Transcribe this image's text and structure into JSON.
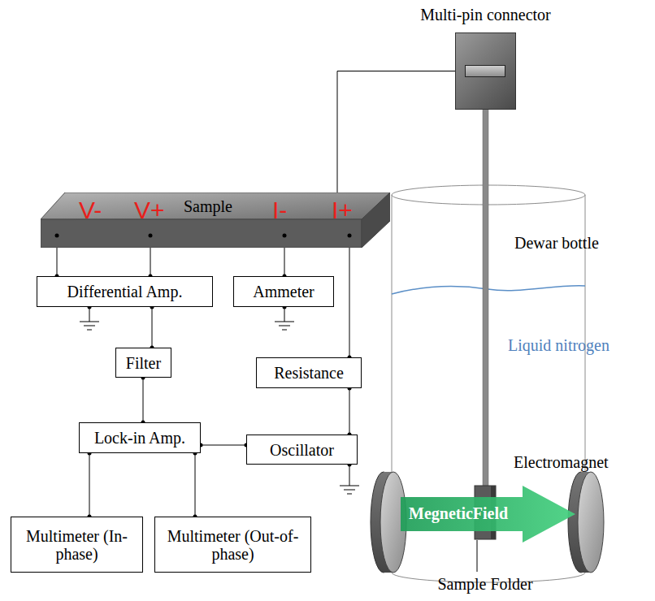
{
  "diagram": {
    "nodes": [
      {
        "text": [
          "Multi-pin connector"
        ]
      },
      {
        "text": [
          "Sample"
        ]
      },
      {
        "text": [
          "Differential Amp."
        ]
      },
      {
        "text": [
          "Ammeter"
        ]
      },
      {
        "text": [
          "Filter"
        ]
      },
      {
        "text": [
          "Resistance"
        ]
      },
      {
        "text": [
          "Lock-in Amp."
        ]
      },
      {
        "text": [
          "Oscillator"
        ]
      },
      {
        "text": [
          "Multimeter (In-phase)"
        ]
      },
      {
        "text": [
          "Multimeter (Out-of-phase)"
        ]
      },
      {
        "text": [
          "MegneticField"
        ]
      }
    ],
    "edges": [
      {
        "from": 1,
        "to": 0,
        "arrow": "none"
      },
      {
        "from": 1,
        "to": 2,
        "arrow": "none"
      },
      {
        "from": 1,
        "to": 2,
        "arrow": "none"
      },
      {
        "from": 1,
        "to": 3,
        "arrow": "none"
      },
      {
        "from": 1,
        "to": 5,
        "arrow": "none"
      },
      {
        "from": 2,
        "to": 4,
        "arrow": "none"
      },
      {
        "from": 4,
        "to": 6,
        "arrow": "none"
      },
      {
        "from": 6,
        "to": 7,
        "arrow": "none"
      },
      {
        "from": 7,
        "to": 5,
        "arrow": "none"
      },
      {
        "from": 6,
        "to": 8,
        "arrow": "none"
      },
      {
        "from": 6,
        "to": 9,
        "arrow": "none"
      }
    ],
    "labels": [
      "V-",
      "V+",
      "I-",
      "I+",
      "Dewar bottle",
      "Liquid nitrogen",
      "Electromagnet",
      "Sample Folder"
    ]
  }
}
